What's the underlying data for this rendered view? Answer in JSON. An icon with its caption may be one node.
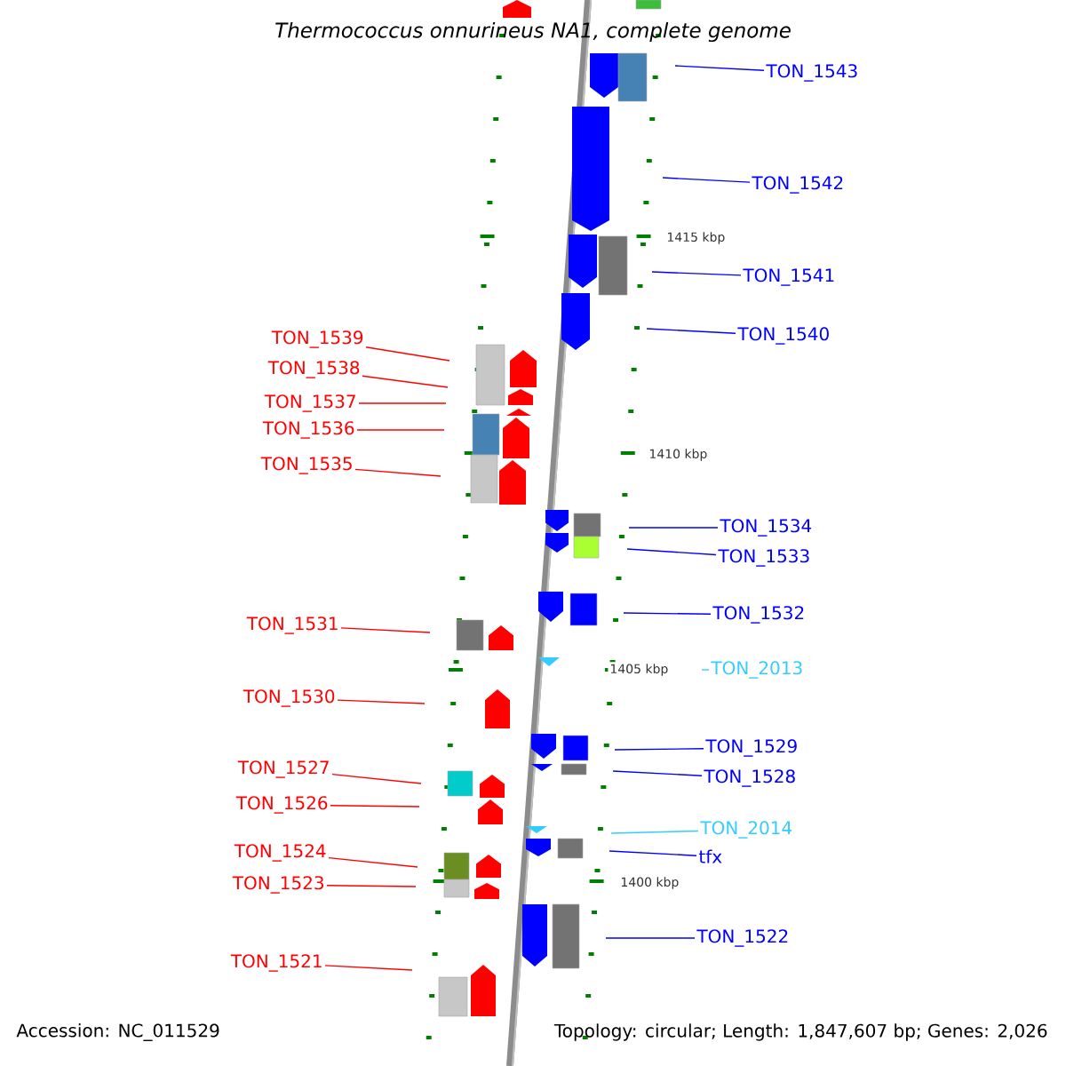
{
  "diagram": {
    "title": "Thermococcus onnurineus NA1, complete genome",
    "nodes": [
      {
        "text": [
          "TON_1543"
        ]
      },
      {
        "text": [
          "TON_1542"
        ]
      },
      {
        "text": [
          "TON_1541"
        ]
      },
      {
        "text": [
          "TON_1540"
        ]
      },
      {
        "text": [
          "TON_1539"
        ]
      },
      {
        "text": [
          "TON_1538"
        ]
      },
      {
        "text": [
          "TON_1537"
        ]
      },
      {
        "text": [
          "TON_1536"
        ]
      },
      {
        "text": [
          "TON_1535"
        ]
      },
      {
        "text": [
          "TON_1534"
        ]
      },
      {
        "text": [
          "TON_1533"
        ]
      },
      {
        "text": [
          "TON_1532"
        ]
      },
      {
        "text": [
          "TON_1531"
        ]
      },
      {
        "text": [
          "TON_2013"
        ]
      },
      {
        "text": [
          "TON_1530"
        ]
      },
      {
        "text": [
          "TON_1529"
        ]
      },
      {
        "text": [
          "TON_1527"
        ]
      },
      {
        "text": [
          "TON_1528"
        ]
      },
      {
        "text": [
          "TON_1526"
        ]
      },
      {
        "text": [
          "TON_2014"
        ]
      },
      {
        "text": [
          "TON_1524"
        ]
      },
      {
        "text": [
          "tfx"
        ]
      },
      {
        "text": [
          "TON_1523"
        ]
      },
      {
        "text": [
          "TON_1522"
        ]
      },
      {
        "text": [
          "TON_1521"
        ]
      }
    ],
    "edges": [
      {
        "from": 0,
        "to": null,
        "arrow": "none",
        "color": "#0000ff"
      },
      {
        "from": 1,
        "to": null,
        "arrow": "none",
        "color": "#0000ff"
      },
      {
        "from": 2,
        "to": null,
        "arrow": "none",
        "color": "#0000ff"
      },
      {
        "from": 3,
        "to": null,
        "arrow": "none",
        "color": "#0000ff"
      },
      {
        "from": 4,
        "to": null,
        "arrow": "none",
        "color": "#ff0000"
      },
      {
        "from": 5,
        "to": null,
        "arrow": "none",
        "color": "#ff0000"
      },
      {
        "from": 6,
        "to": null,
        "arrow": "none",
        "color": "#ff0000"
      },
      {
        "from": 7,
        "to": null,
        "arrow": "none",
        "color": "#ff0000"
      },
      {
        "from": 8,
        "to": null,
        "arrow": "none",
        "color": "#ff0000"
      },
      {
        "from": 9,
        "to": null,
        "arrow": "none",
        "color": "#0000ff"
      },
      {
        "from": 10,
        "to": null,
        "arrow": "none",
        "color": "#0000ff"
      },
      {
        "from": 11,
        "to": null,
        "arrow": "none",
        "color": "#0000ff"
      },
      {
        "from": 12,
        "to": null,
        "arrow": "none",
        "color": "#ff0000"
      },
      {
        "from": 13,
        "to": null,
        "arrow": "none",
        "color": "#33ccff"
      },
      {
        "from": 14,
        "to": null,
        "arrow": "none",
        "color": "#ff0000"
      },
      {
        "from": 15,
        "to": null,
        "arrow": "none",
        "color": "#0000ff"
      },
      {
        "from": 16,
        "to": null,
        "arrow": "none",
        "color": "#ff0000"
      },
      {
        "from": 17,
        "to": null,
        "arrow": "none",
        "color": "#0000ff"
      },
      {
        "from": 18,
        "to": null,
        "arrow": "none",
        "color": "#ff0000"
      },
      {
        "from": 19,
        "to": null,
        "arrow": "none",
        "color": "#33ccff"
      },
      {
        "from": 20,
        "to": null,
        "arrow": "none",
        "color": "#ff0000"
      },
      {
        "from": 21,
        "to": null,
        "arrow": "none",
        "color": "#0000ff"
      },
      {
        "from": 22,
        "to": null,
        "arrow": "none",
        "color": "#ff0000"
      },
      {
        "from": 23,
        "to": null,
        "arrow": "none",
        "color": "#0000ff"
      },
      {
        "from": 24,
        "to": null,
        "arrow": "none",
        "color": "#ff0000"
      }
    ],
    "labels": [
      "1415 kbp",
      "1410 kbp",
      "1405 kbp",
      "1400 kbp",
      "Accession: NC_011529",
      "Topology: circular; Length: 1,847,607 bp; Genes: 2,026"
    ]
  }
}
